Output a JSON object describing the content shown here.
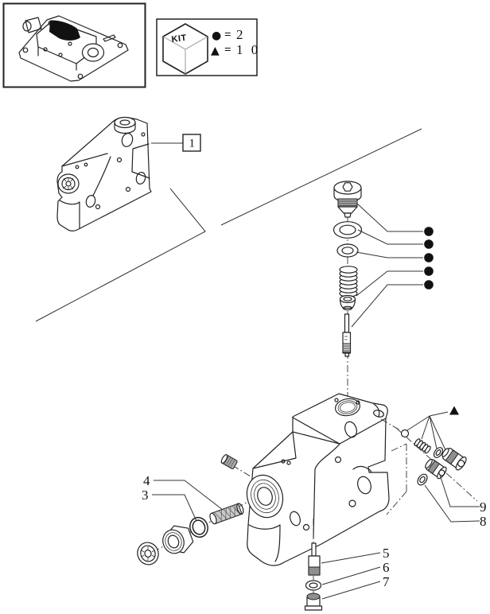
{
  "legend": {
    "kit_label": "KIT",
    "rows": [
      {
        "symbol": "●",
        "eq": "=",
        "qty": "2"
      },
      {
        "symbol": "▲",
        "eq": "=",
        "qty": "1 0"
      }
    ]
  },
  "callouts": {
    "n1": "1",
    "n3": "3",
    "n4": "4",
    "n5": "5",
    "n6": "6",
    "n7": "7",
    "n8": "8",
    "n9": "9"
  },
  "markers": {
    "bullet": "●",
    "triangle": "▲",
    "bullet_count_in_stack": 5
  },
  "colors": {
    "line": "#222222",
    "background": "#ffffff",
    "shading": "#a8a8a8"
  }
}
